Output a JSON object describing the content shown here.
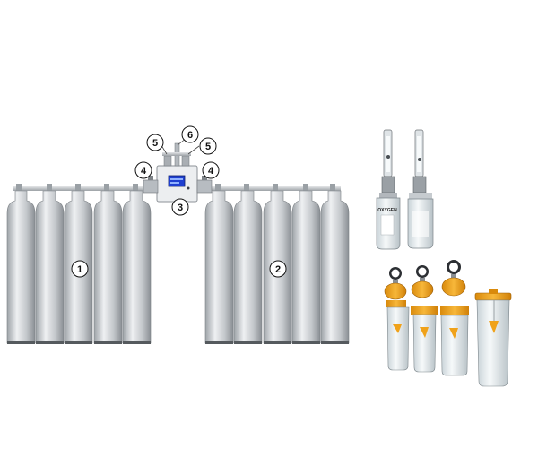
{
  "diagram": {
    "callouts": [
      {
        "id": "1",
        "label": "1"
      },
      {
        "id": "2",
        "label": "2"
      },
      {
        "id": "3",
        "label": "3"
      },
      {
        "id": "4-left",
        "label": "4"
      },
      {
        "id": "4-right",
        "label": "4"
      },
      {
        "id": "5-left",
        "label": "5"
      },
      {
        "id": "5-right",
        "label": "5"
      },
      {
        "id": "6",
        "label": "6"
      }
    ],
    "left_bank": {
      "cylinder_count": 5
    },
    "right_bank": {
      "cylinder_count": 5
    },
    "flowmeter_humidifier_count": 2,
    "suction_regulator_count": 3,
    "collection_canister_count": 1,
    "humidifier_label_text": "OXYGEN",
    "colors": {
      "cylinder": "#c8ccd0",
      "cylinder_dark": "#8c9196",
      "pipe": "#b8bcc0",
      "panel_display": "#1e3fd0",
      "regulator_orange": "#f0a21a",
      "jar_clear": "#e6eef2"
    }
  }
}
